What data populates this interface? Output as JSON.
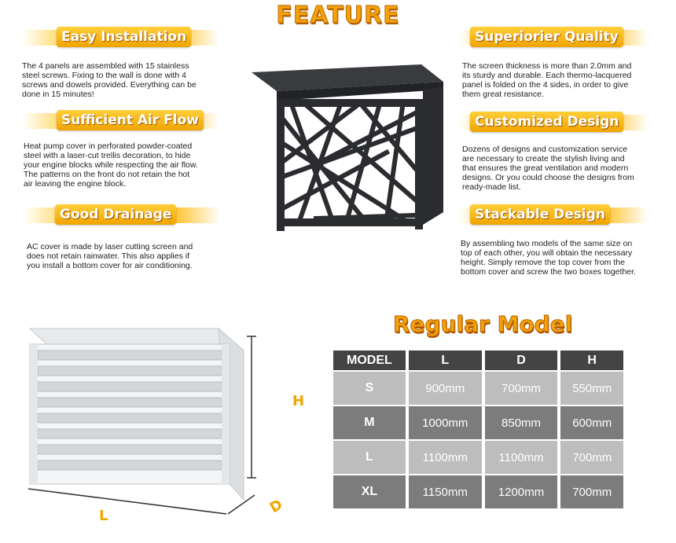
{
  "title": "FEATURE",
  "features": {
    "easy_installation": {
      "heading": "Easy Installation",
      "text_lines": [
        "The 4 panels are assembled with 15 stainless",
        "steel screws. Fixing to the wall is done with 4",
        "screws and dowels provided. Everything can be",
        "done in 15 minutes!"
      ]
    },
    "sufficient_air_flow": {
      "heading": "Sufficient Air Flow",
      "text_lines": [
        "Heat pump cover in perforated powder-coated",
        "steel with a laser-cut trellis decoration, to hide",
        "your engine blocks while respecting the air flow.",
        "The patterns on the front do not retain the hot",
        "air leaving the engine block."
      ]
    },
    "good_drainage": {
      "heading": "Good Drainage",
      "text_lines": [
        "AC cover is made by laser cutting screen and",
        "does not retain rainwater. This also applies if",
        "you install a bottom cover for air conditioning."
      ]
    },
    "superior_quality": {
      "heading": "Superiorier Quality",
      "text_lines": [
        "The screen thickness is more than 2.0mm and",
        "its sturdy and durable. Each thermo-lacquered",
        "panel is folded on the 4 sides, in order to give",
        "them great resistance."
      ]
    },
    "customized_design": {
      "heading": "Customized Design",
      "text_lines": [
        "Dozens of designs and customization service",
        "are necessary to create the stylish living and",
        "that ensures the great ventilation and modern",
        "designs. Or you could choose the designs from",
        "ready-made list."
      ]
    },
    "stackable_design": {
      "heading": "Stackable Design",
      "text_lines": [
        "By assembling two models of the same size on",
        "top of each other, you will obtain the necessary",
        "height. Simply remove the top cover from the",
        "bottom cover and screw the two boxes together."
      ]
    }
  },
  "regular_model": {
    "title": "Regular Model",
    "headers": [
      "MODEL",
      "L",
      "D",
      "H"
    ],
    "rows": [
      {
        "model": "S",
        "L": "900mm",
        "D": "700mm",
        "H": "550mm"
      },
      {
        "model": "M",
        "L": "1000mm",
        "D": "850mm",
        "H": "600mm"
      },
      {
        "model": "L",
        "L": "1100mm",
        "D": "1100mm",
        "H": "700mm"
      },
      {
        "model": "XL",
        "L": "1150mm",
        "D": "1200mm",
        "H": "700mm"
      }
    ]
  },
  "dimension_labels": {
    "height": "H",
    "length": "L",
    "depth": "D"
  },
  "colors": {
    "accent": "#f2a20a",
    "table_header": "#444444",
    "row_light": "#bdbdbd",
    "row_dark": "#7c7c7c",
    "panel": "#2b2c2f"
  }
}
